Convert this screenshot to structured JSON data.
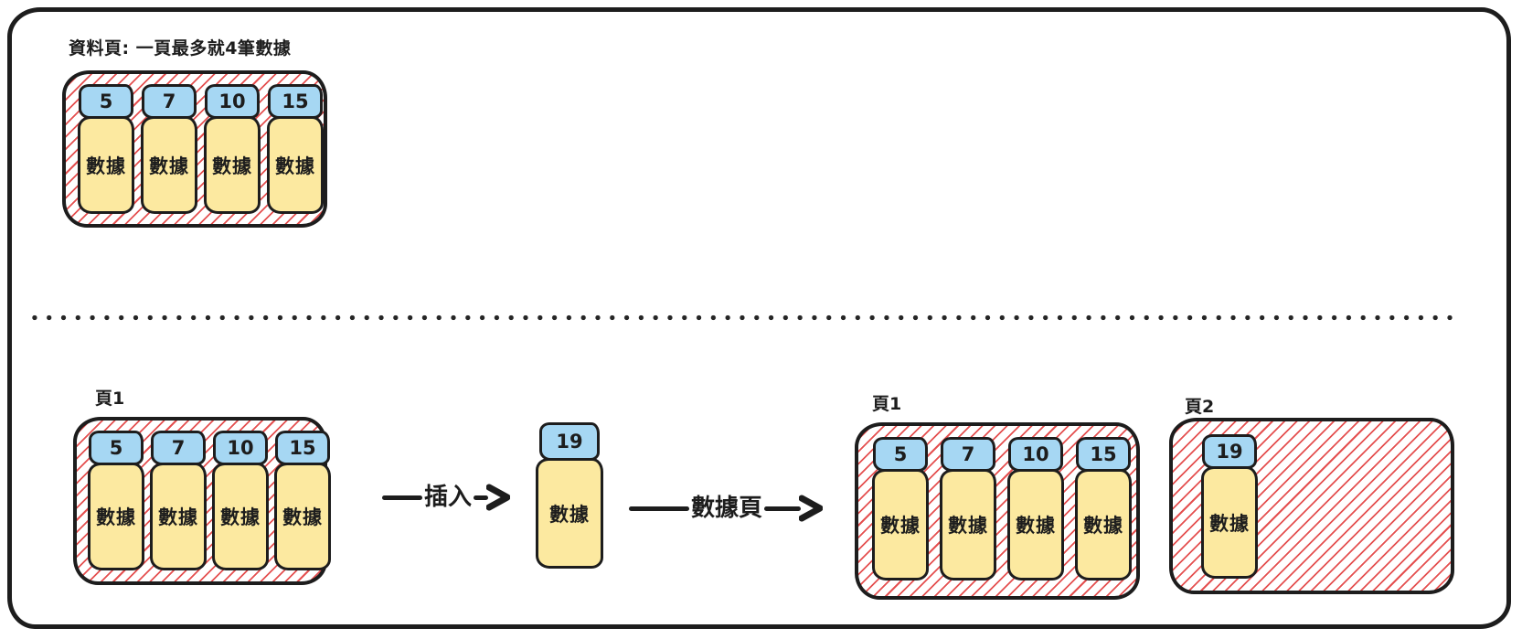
{
  "title": "資料頁: 一頁最多就4筆數據",
  "colors": {
    "key_fill": "#a6d7f3",
    "data_fill": "#fce9a0",
    "hatch_red": "#e03131",
    "stroke": "#1d1d1d"
  },
  "top_page": {
    "cells": [
      {
        "key": "5",
        "value": "數據"
      },
      {
        "key": "7",
        "value": "數據"
      },
      {
        "key": "10",
        "value": "數據"
      },
      {
        "key": "15",
        "value": "數據"
      }
    ]
  },
  "bottom": {
    "page1_before": {
      "label": "頁1",
      "cells": [
        {
          "key": "5",
          "value": "數據"
        },
        {
          "key": "7",
          "value": "數據"
        },
        {
          "key": "10",
          "value": "數據"
        },
        {
          "key": "15",
          "value": "數據"
        }
      ]
    },
    "insert_arrow": {
      "label": "插入"
    },
    "new_record": {
      "key": "19",
      "value": "數據"
    },
    "split_arrow": {
      "label": "數據頁"
    },
    "page1_after": {
      "label": "頁1",
      "cells": [
        {
          "key": "5",
          "value": "數據"
        },
        {
          "key": "7",
          "value": "數據"
        },
        {
          "key": "10",
          "value": "數據"
        },
        {
          "key": "15",
          "value": "數據"
        }
      ]
    },
    "page2": {
      "label": "頁2",
      "cells": [
        {
          "key": "19",
          "value": "數據"
        }
      ]
    }
  }
}
